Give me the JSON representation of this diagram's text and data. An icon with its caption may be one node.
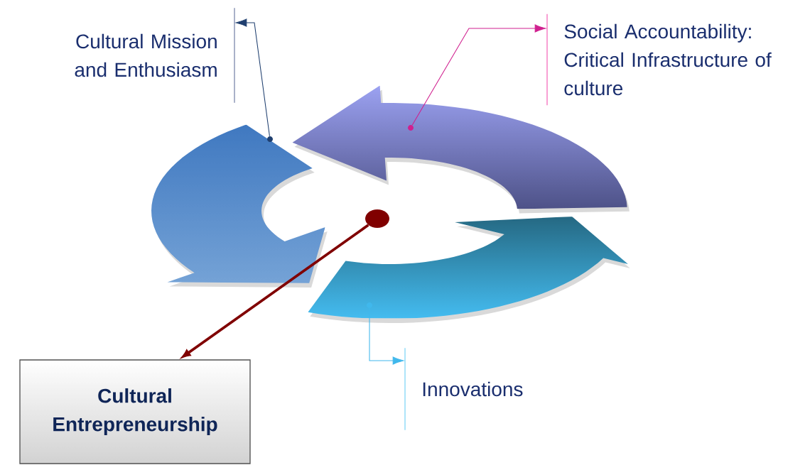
{
  "diagram": {
    "nodes": [
      {
        "text": [
          "Cultural Mission and Enthusiasm"
        ]
      },
      {
        "text": [
          "Social Accountability: Critical Infrastructure of culture"
        ]
      },
      {
        "text": [],
        "shape": "arrow"
      },
      {
        "text": [],
        "shape": "arrow"
      },
      {
        "text": [],
        "shape": "circle"
      },
      {
        "text": [],
        "shape": "arrow"
      },
      {
        "text": [
          "Innovations"
        ]
      },
      {
        "text": [
          "Cultural Entrepreneurship"
        ]
      }
    ],
    "edges": [
      {
        "from": 2,
        "to": 0,
        "arrow": "to",
        "color": "#1f3f6f"
      },
      {
        "from": 3,
        "to": 1,
        "arrow": "to",
        "color": "#d0208f"
      },
      {
        "from": 5,
        "to": 6,
        "arrow": "to",
        "color": "#40b8ec"
      },
      {
        "from": 4,
        "to": 7,
        "arrow": "to",
        "style": "thick",
        "color": "#800000"
      }
    ]
  }
}
